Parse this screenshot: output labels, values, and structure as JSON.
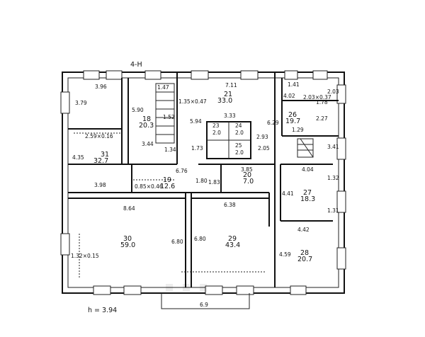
{
  "plan": {
    "title": "4-H",
    "footer": "h = 3.94",
    "bottom_mark": "6.9",
    "watermark": "...",
    "rooms": [
      {
        "num": "31",
        "area": "32.7"
      },
      {
        "num": "18",
        "area": "20.3"
      },
      {
        "num": "21",
        "area": "33.0"
      },
      {
        "num": "23",
        "area": "2.0"
      },
      {
        "num": "24",
        "area": "2.0"
      },
      {
        "num": "25",
        "area": "2.0"
      },
      {
        "num": "26",
        "area": "19.7"
      },
      {
        "num": "19",
        "area": "12.6"
      },
      {
        "num": "20",
        "area": "7.0"
      },
      {
        "num": "27",
        "area": "18.3"
      },
      {
        "num": "30",
        "area": "59.0"
      },
      {
        "num": "29",
        "area": "43.4"
      },
      {
        "num": "28",
        "area": "20.7"
      }
    ],
    "dims": [
      "3.96",
      "3.79",
      "2.59×0.16",
      "4.35",
      "3.98",
      "0.85×0.46",
      "8.64",
      "1.47",
      "5.90",
      "1.52",
      "3.44",
      "1.34",
      "7.11",
      "5.94",
      "3.33",
      "1.73",
      "2.05",
      "2.93",
      "6.29",
      "1.35×0.47",
      "1.41",
      "4.02",
      "2.03×0.37",
      "2.03",
      "1.78",
      "2.27",
      "1.29",
      "3.41",
      "6.76",
      "1.80",
      "1.83",
      "3.85",
      "4.04",
      "1.32",
      "4.41",
      "1.31",
      "6.38",
      "4.42",
      "1.32×0.15",
      "6.80",
      "6.80",
      "4.59"
    ]
  }
}
